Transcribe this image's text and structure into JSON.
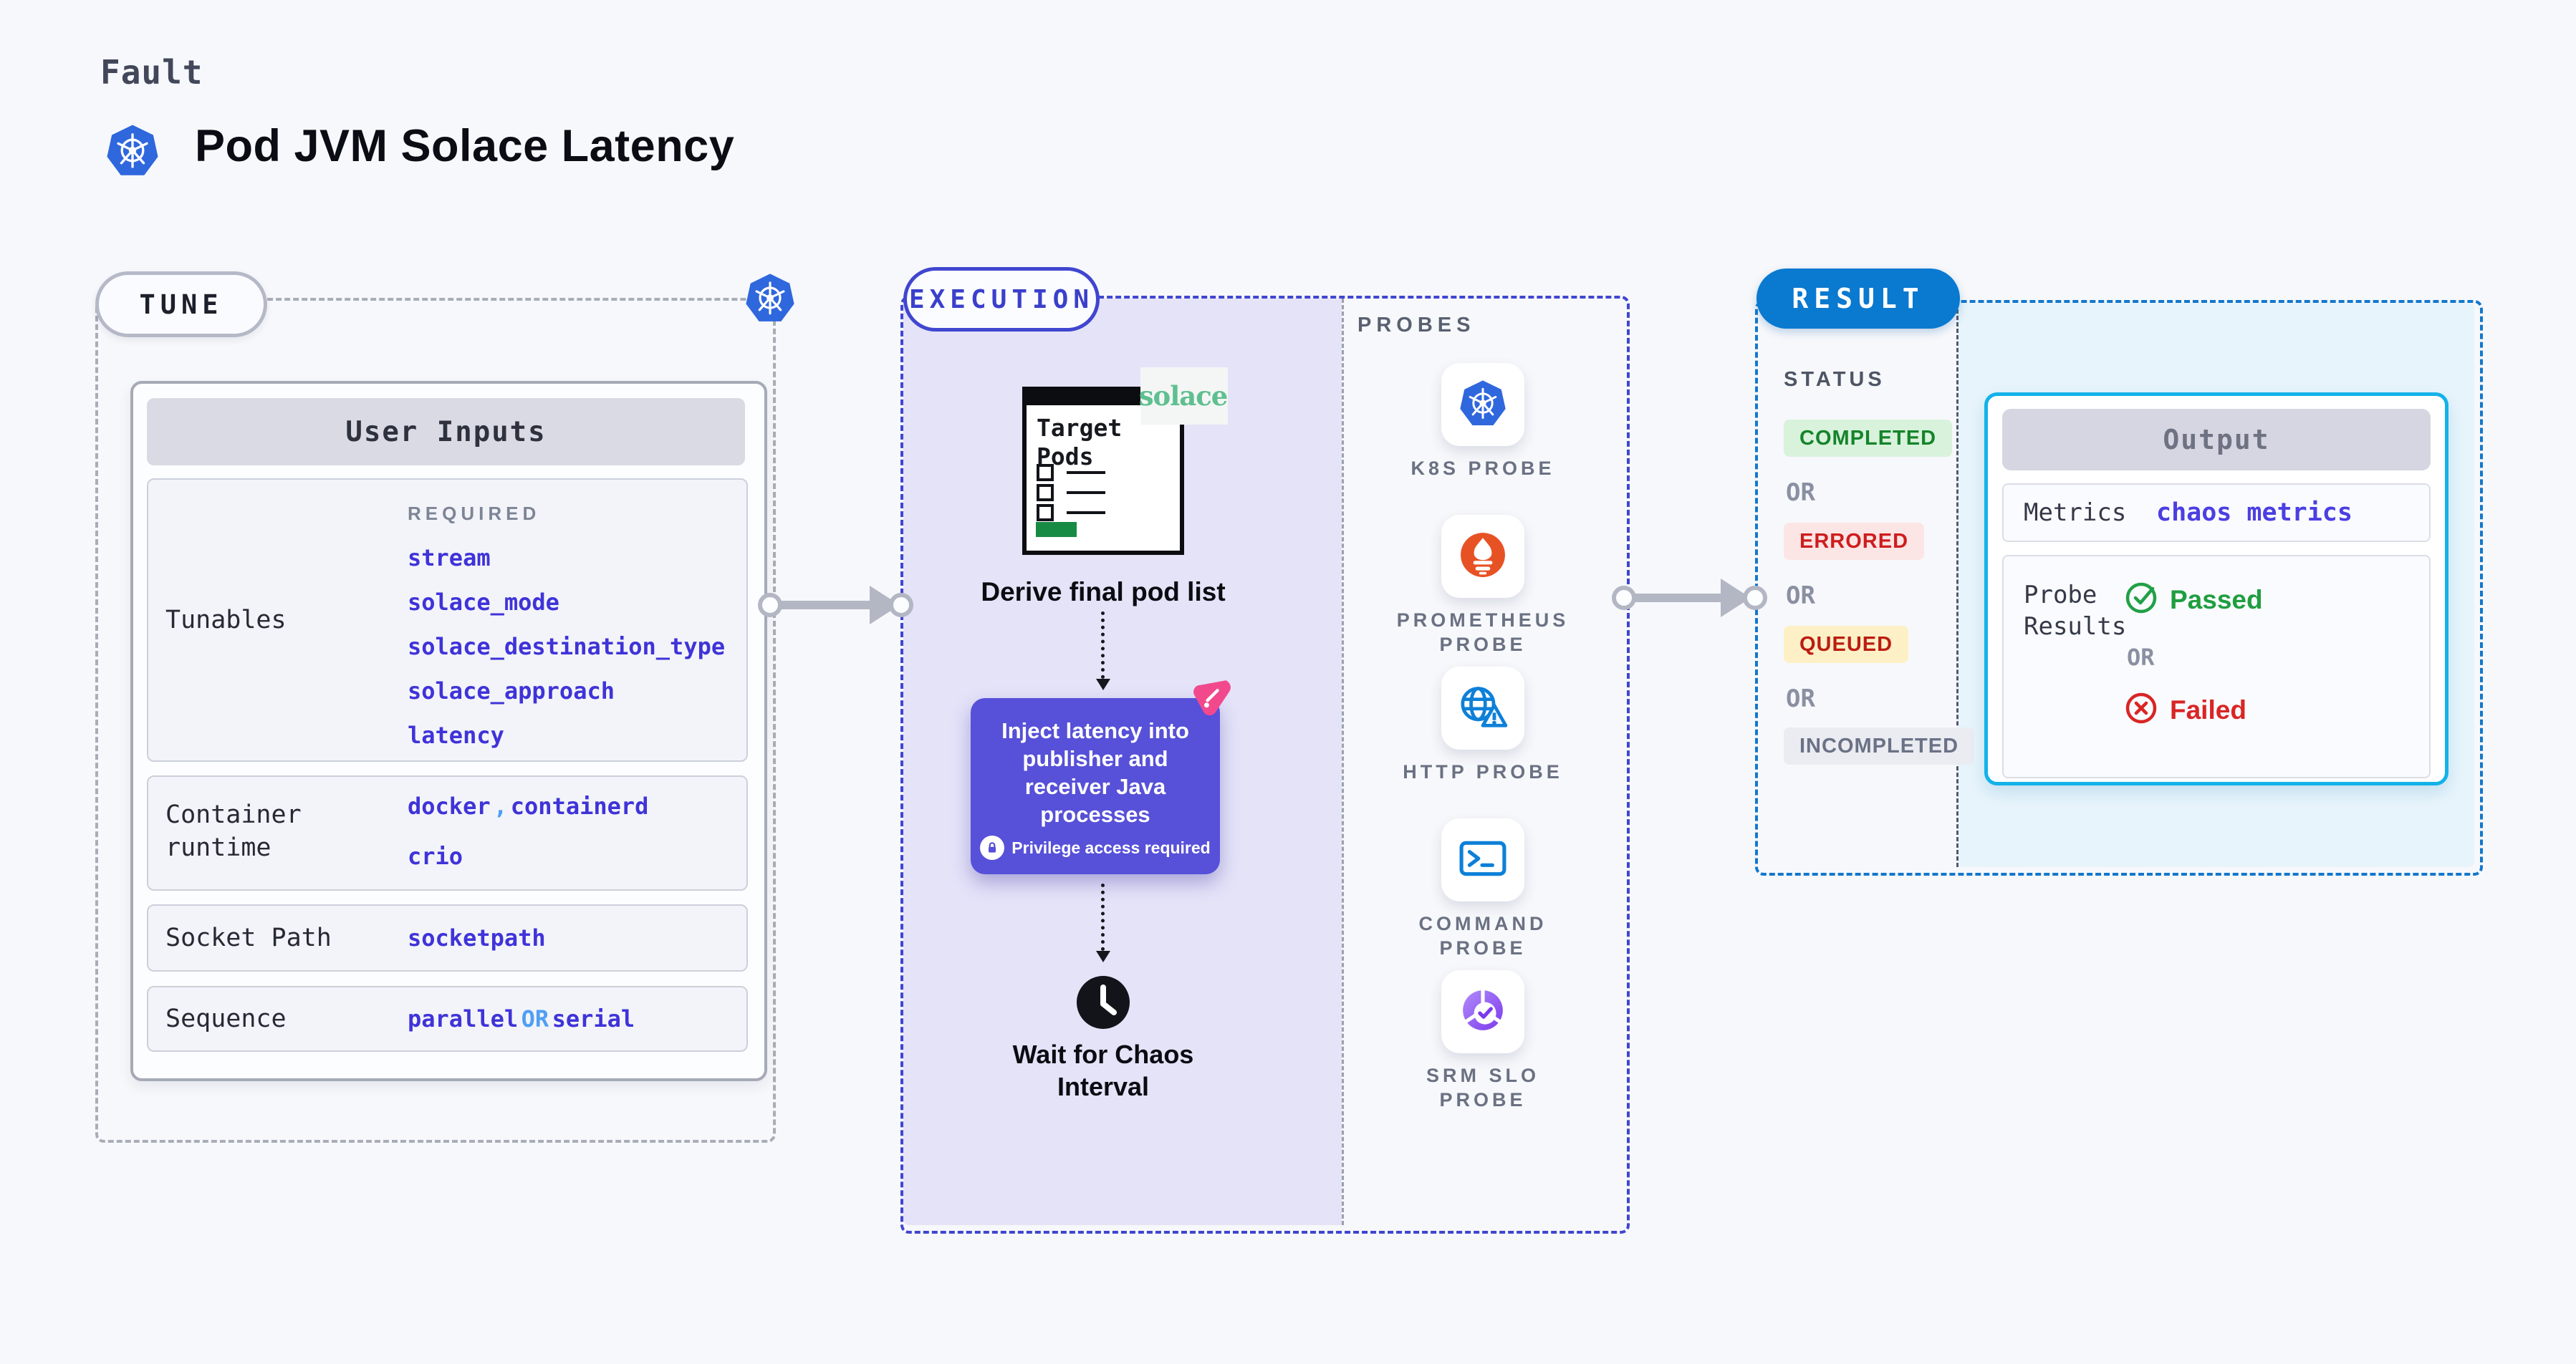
{
  "header": {
    "eyebrow": "Fault",
    "title": "Pod JVM Solace Latency"
  },
  "colors": {
    "page_bg": "#f7f8fb",
    "lavender_bg": "#e4e3f8",
    "result_bg": "#e7f4fb",
    "tune_gray": "#a7adb8",
    "execution_indigo": "#4046cf",
    "result_blue": "#1377cd",
    "result_badge_blue": "#0a79d0",
    "output_cyan": "#13b2e9",
    "value_indigo": "#3f33d9",
    "or_light_blue": "#4f9ff3",
    "inject_purple": "#5750d8",
    "chaos_pink": "#f2498d",
    "k8s_blue": "#2f67dd",
    "prometheus_orange": "#e75225",
    "probe_blue": "#0d80d8",
    "srm_purple": "#7c3aed",
    "solace_green": "#5fbf90",
    "completed_green": "#15842b",
    "errored_red": "#ce1d1d",
    "queued_yellow_bg": "#fdf0c6",
    "passed_green": "#1f9e40",
    "failed_red": "#d92525",
    "target_bar_green": "#178a43"
  },
  "tune": {
    "badge": "TUNE",
    "card_header": "User Inputs",
    "rows": {
      "tunables": {
        "label": "Tunables",
        "required": "REQUIRED",
        "values": [
          "stream",
          "solace_mode",
          "solace_destination_type",
          "solace_approach",
          "latency"
        ]
      },
      "container_runtime": {
        "label": "Container runtime",
        "value1": "docker",
        "separator": ",",
        "value2": "containerd",
        "value3": "crio"
      },
      "socket_path": {
        "label": "Socket Path",
        "value": "socketpath"
      },
      "sequence": {
        "label": "Sequence",
        "value1": "parallel",
        "or": "OR",
        "value2": "serial"
      }
    }
  },
  "execution": {
    "badge": "EXECUTION",
    "target_pods_label": "Target Pods",
    "solace_logo": "solace",
    "derive_label": "Derive final pod list",
    "inject_label": "Inject latency into publisher and receiver Java processes",
    "privilege_label": "Privilege access required",
    "wait_label": "Wait for Chaos Interval"
  },
  "probes": {
    "header": "PROBES",
    "items": [
      {
        "label": "K8S PROBE",
        "icon": "kubernetes-icon"
      },
      {
        "label": "PROMETHEUS PROBE",
        "icon": "prometheus-icon"
      },
      {
        "label": "HTTP PROBE",
        "icon": "http-globe-icon"
      },
      {
        "label": "COMMAND PROBE",
        "icon": "terminal-icon"
      },
      {
        "label": "SRM SLO PROBE",
        "icon": "slo-donut-icon"
      }
    ]
  },
  "result": {
    "badge": "RESULT",
    "status": {
      "header": "STATUS",
      "or": "OR",
      "items": [
        {
          "label": "COMPLETED",
          "tone": "green"
        },
        {
          "label": "ERRORED",
          "tone": "red"
        },
        {
          "label": "QUEUED",
          "tone": "yellow"
        },
        {
          "label": "INCOMPLETED",
          "tone": "gray"
        }
      ]
    },
    "output": {
      "header": "Output",
      "metrics_label": "Metrics",
      "metrics_value": "chaos metrics",
      "probe_results_label": "Probe Results",
      "passed": "Passed",
      "or": "OR",
      "failed": "Failed"
    }
  }
}
